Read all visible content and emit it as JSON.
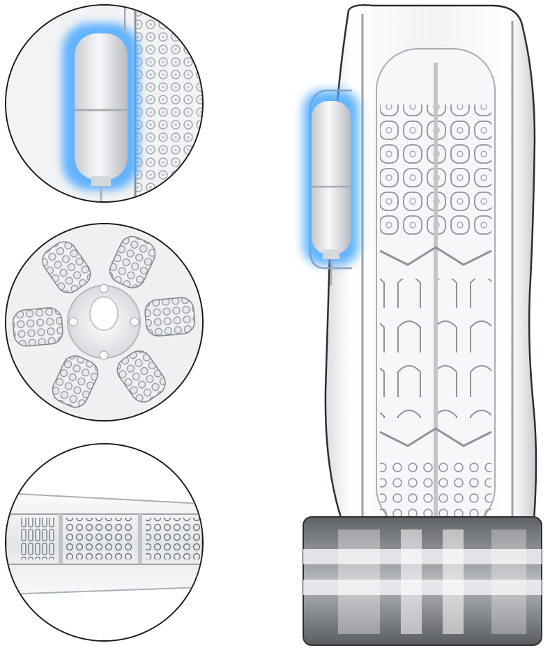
{
  "image": {
    "subject": "clear-textured-sleeve-product-photo",
    "colors": {
      "background": "#ffffff",
      "outline": "#1a1a1a",
      "glow": "#4aa8ff",
      "bullet": "#e8eaec",
      "base": "#8a8d90"
    },
    "detail_views": [
      "bullet-insert-closeup",
      "entrance-cross-section",
      "inner-channel-side-view"
    ]
  }
}
